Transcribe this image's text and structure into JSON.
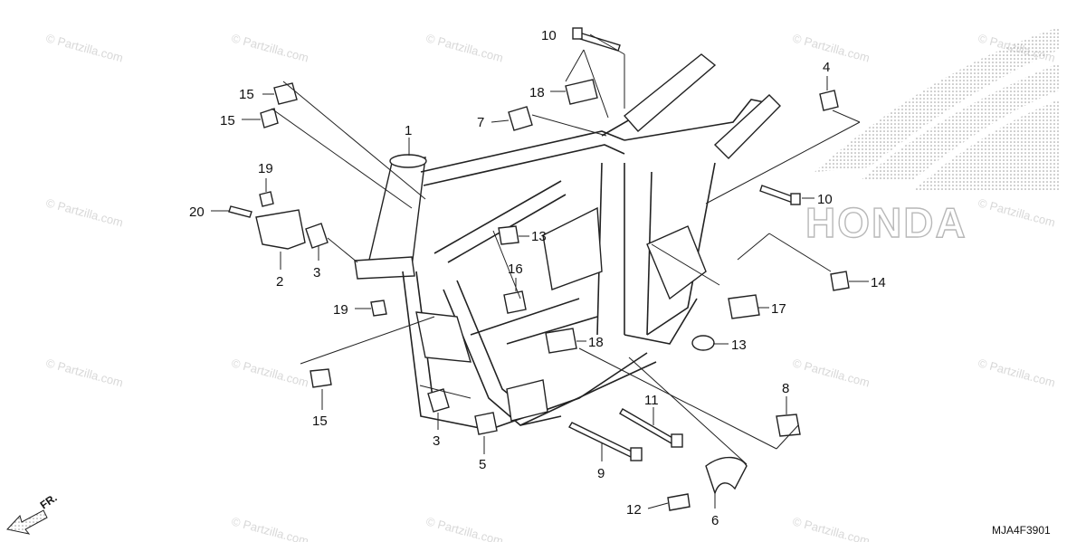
{
  "watermark": "© Partzilla.com",
  "brand": "HONDA",
  "diagram_code": "MJA4F3901",
  "direction_label": "FR.",
  "callouts": [
    {
      "id": "c1",
      "label": "1"
    },
    {
      "id": "c2",
      "label": "2"
    },
    {
      "id": "c3a",
      "label": "3"
    },
    {
      "id": "c3b",
      "label": "3"
    },
    {
      "id": "c4",
      "label": "4"
    },
    {
      "id": "c5",
      "label": "5"
    },
    {
      "id": "c6",
      "label": "6"
    },
    {
      "id": "c7",
      "label": "7"
    },
    {
      "id": "c8",
      "label": "8"
    },
    {
      "id": "c9",
      "label": "9"
    },
    {
      "id": "c10a",
      "label": "10"
    },
    {
      "id": "c10b",
      "label": "10"
    },
    {
      "id": "c11",
      "label": "11"
    },
    {
      "id": "c12",
      "label": "12"
    },
    {
      "id": "c13a",
      "label": "13"
    },
    {
      "id": "c13b",
      "label": "13"
    },
    {
      "id": "c14",
      "label": "14"
    },
    {
      "id": "c15a",
      "label": "15"
    },
    {
      "id": "c15b",
      "label": "15"
    },
    {
      "id": "c15c",
      "label": "15"
    },
    {
      "id": "c16",
      "label": "16"
    },
    {
      "id": "c17",
      "label": "17"
    },
    {
      "id": "c18a",
      "label": "18"
    },
    {
      "id": "c18b",
      "label": "18"
    },
    {
      "id": "c19a",
      "label": "19"
    },
    {
      "id": "c19b",
      "label": "19"
    },
    {
      "id": "c20",
      "label": "20"
    }
  ]
}
